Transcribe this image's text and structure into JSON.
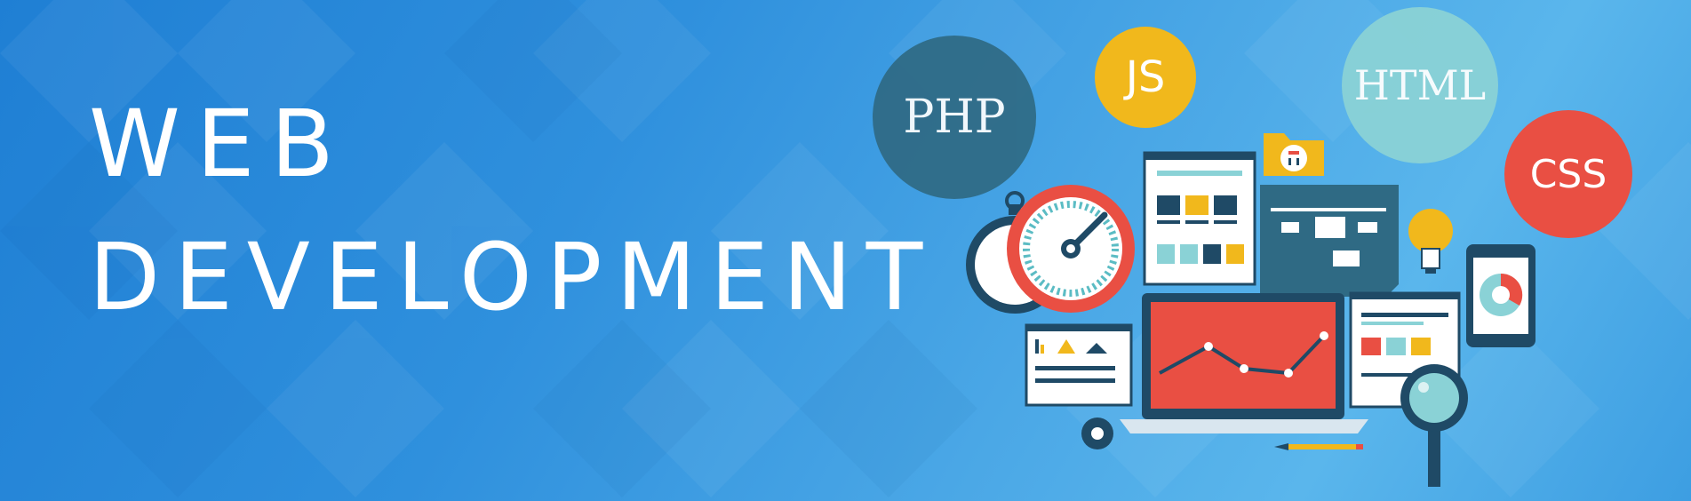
{
  "banner": {
    "title_line1": "WEB",
    "title_line2": "DEVELOPMENT"
  },
  "tech_bubbles": {
    "php": "PHP",
    "js": "JS",
    "html": "HTML",
    "css": "CSS"
  },
  "colors": {
    "php_bubble": "#2f6a84",
    "js_bubble": "#f1b81c",
    "html_bubble": "#8ad2d6",
    "css_bubble": "#e94f43",
    "accent_red": "#e94f43",
    "dark_navy": "#1f4a66"
  },
  "icons": [
    "stopwatch-icon",
    "speedometer-icon",
    "folder-network-icon",
    "lightbulb-icon",
    "tablet-pie-chart-icon",
    "laptop-line-chart-icon",
    "gear-icon",
    "pencil-icon",
    "magnifier-icon"
  ]
}
